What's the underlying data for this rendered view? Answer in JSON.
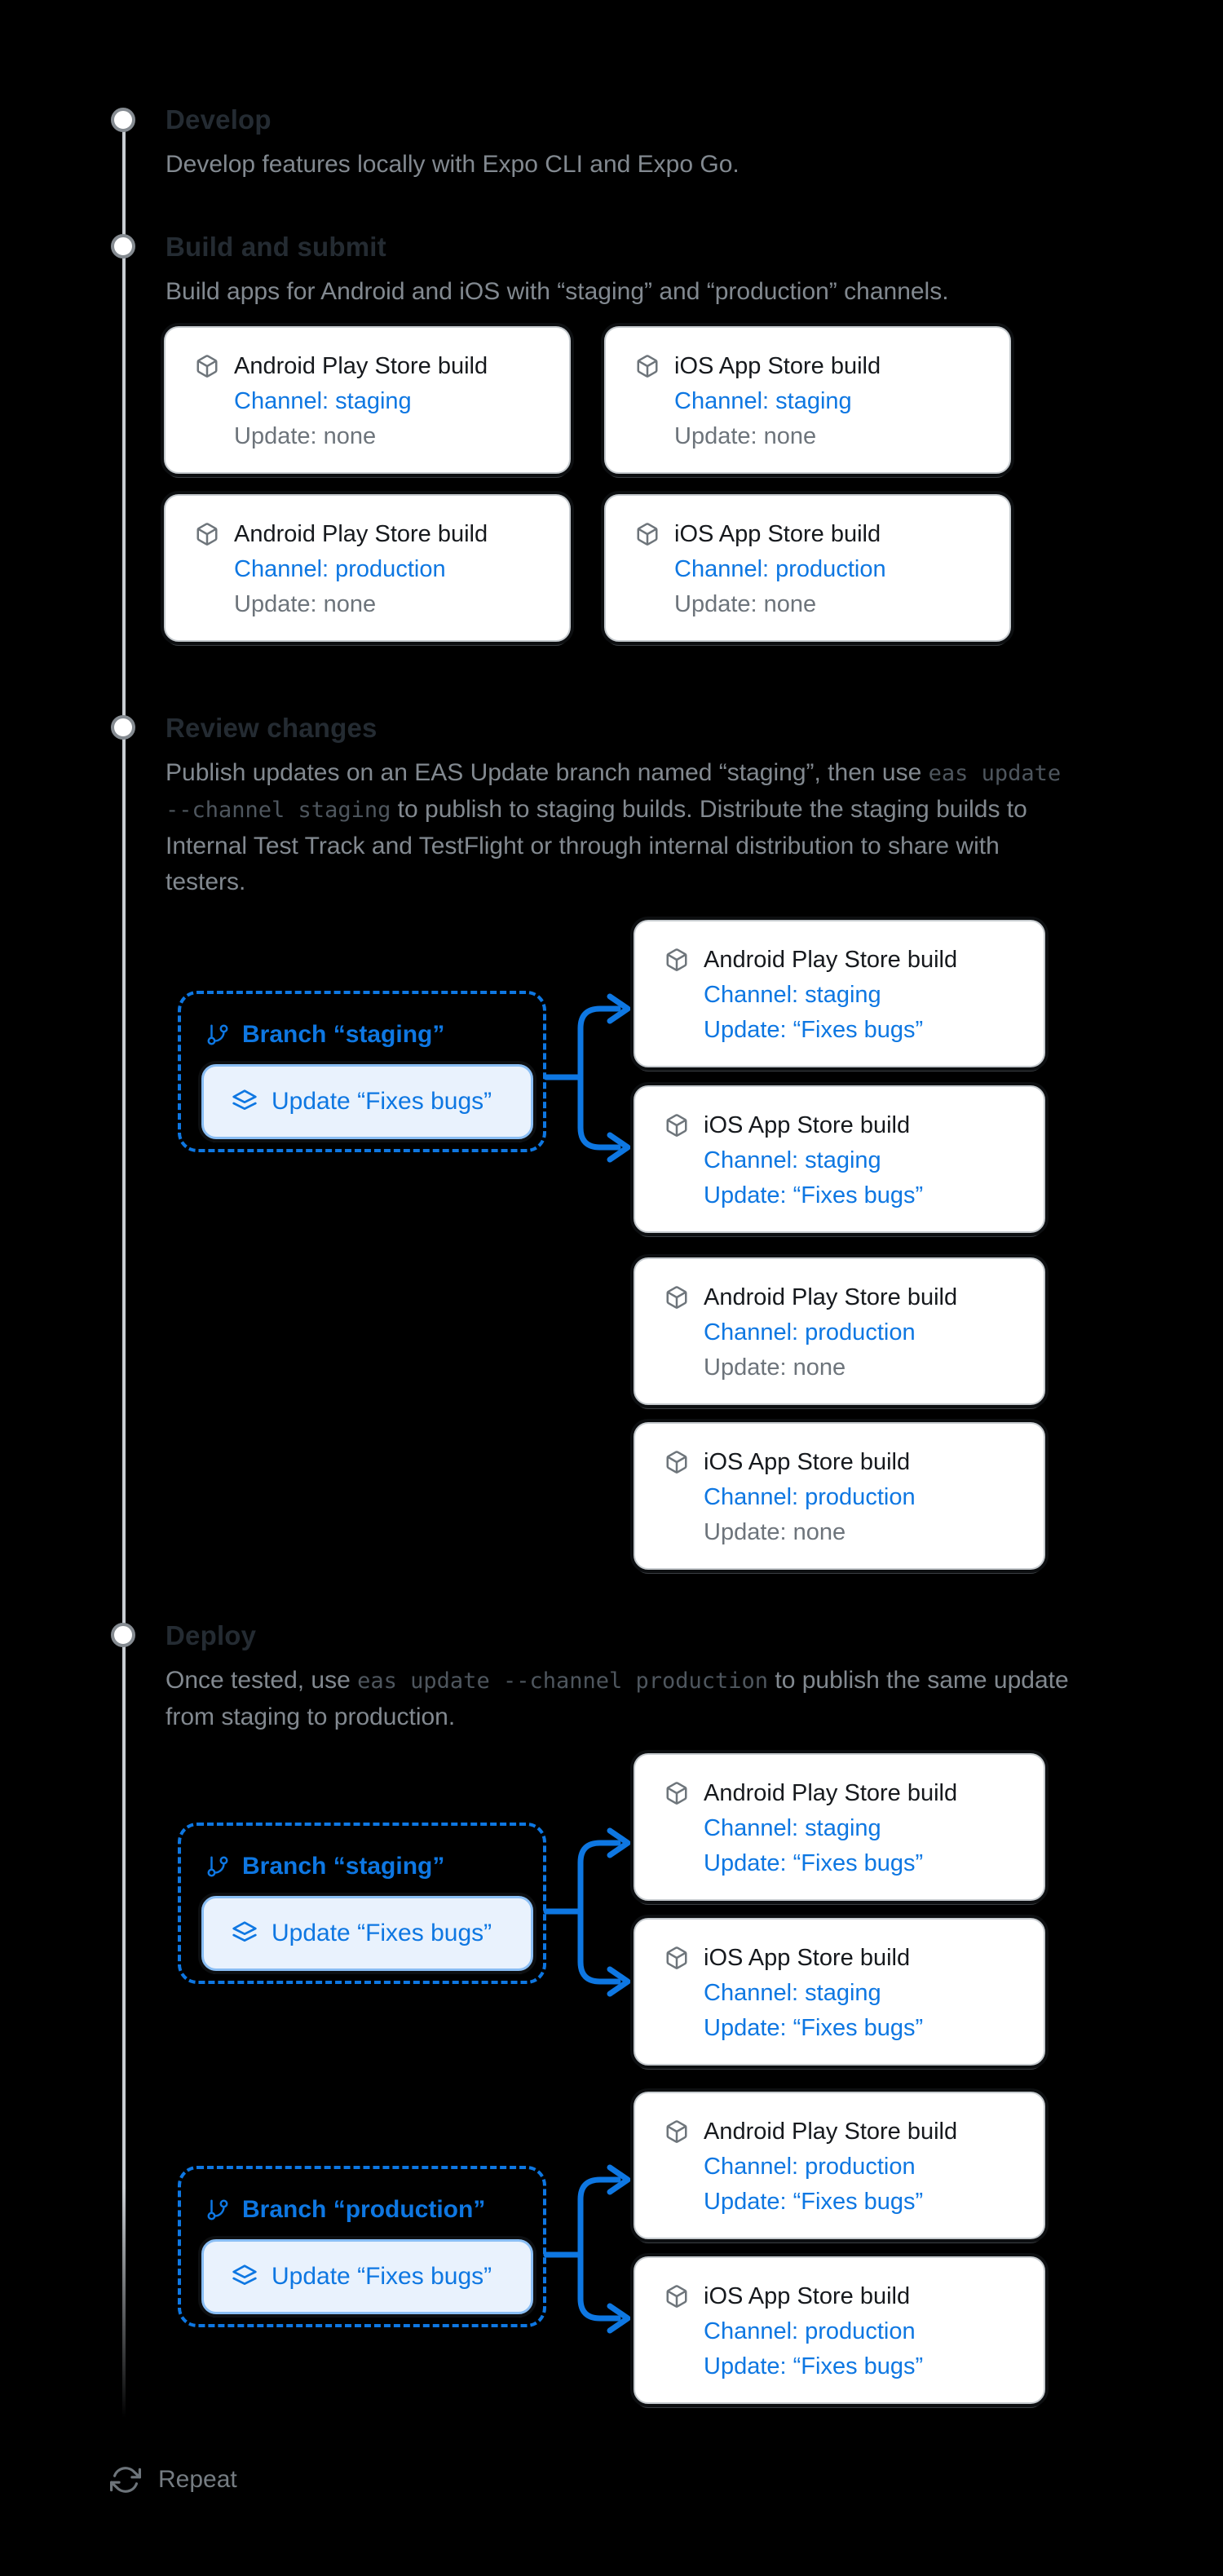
{
  "colors": {
    "page_bg": "#000000",
    "accent_blue": "#0e77e2",
    "card_bg": "#ffffff",
    "heading_text": "#242b32",
    "body_text": "#828990",
    "code_text": "#4e565e",
    "update_none_text": "#6d747b",
    "timeline_line": "#c9ced3"
  },
  "timeline": {
    "steps": [
      {
        "title": "Develop",
        "body": [
          {
            "type": "text",
            "value": "Develop features locally with Expo CLI and Expo Go."
          }
        ]
      },
      {
        "title": "Build and submit",
        "body": [
          {
            "type": "text",
            "value": "Build apps for Android and iOS with “staging” and “production” channels."
          }
        ]
      },
      {
        "title": "Review changes",
        "body": [
          {
            "type": "text",
            "value": "Publish updates on an EAS Update branch named “staging”, then use "
          },
          {
            "type": "code",
            "value": "eas update --channel staging"
          },
          {
            "type": "text",
            "value": " to publish to staging builds. Distribute the staging builds to Internal Test Track and TestFlight or through internal distribution to share with testers."
          }
        ]
      },
      {
        "title": "Deploy",
        "body": [
          {
            "type": "text",
            "value": "Once tested, use "
          },
          {
            "type": "code",
            "value": "eas update --channel production"
          },
          {
            "type": "text",
            "value": " to publish the same update from staging to production."
          }
        ]
      }
    ]
  },
  "icons": {
    "card": "cube-icon",
    "branch": "git-branch-icon",
    "update": "layers-icon",
    "repeat": "refresh-icon"
  },
  "cards": {
    "build": [
      {
        "title": "Android Play Store build",
        "channel": "Channel: staging",
        "update": "Update: none",
        "update_class": "card-update is-none"
      },
      {
        "title": "iOS App Store build",
        "channel": "Channel: staging",
        "update": "Update: none",
        "update_class": "card-update is-none"
      },
      {
        "title": "Android Play Store build",
        "channel": "Channel: production",
        "update": "Update: none",
        "update_class": "card-update is-none"
      },
      {
        "title": "iOS App Store build",
        "channel": "Channel: production",
        "update": "Update: none",
        "update_class": "card-update is-none"
      }
    ],
    "review": [
      {
        "title": "Android Play Store build",
        "channel": "Channel: staging",
        "update": "Update: “Fixes bugs”",
        "update_class": "card-update is-fixes"
      },
      {
        "title": "iOS App Store build",
        "channel": "Channel: staging",
        "update": "Update: “Fixes bugs”",
        "update_class": "card-update is-fixes"
      },
      {
        "title": "Android Play Store build",
        "channel": "Channel: production",
        "update": "Update: none",
        "update_class": "card-update is-none"
      },
      {
        "title": "iOS App Store build",
        "channel": "Channel: production",
        "update": "Update: none",
        "update_class": "card-update is-none"
      }
    ],
    "deploy_staging": [
      {
        "title": "Android Play Store build",
        "channel": "Channel: staging",
        "update": "Update: “Fixes bugs”",
        "update_class": "card-update is-fixes"
      },
      {
        "title": "iOS App Store build",
        "channel": "Channel: staging",
        "update": "Update: “Fixes bugs”",
        "update_class": "card-update is-fixes"
      }
    ],
    "deploy_production": [
      {
        "title": "Android Play Store build",
        "channel": "Channel: production",
        "update": "Update: “Fixes bugs”",
        "update_class": "card-update is-fixes"
      },
      {
        "title": "iOS App Store build",
        "channel": "Channel: production",
        "update": "Update: “Fixes bugs”",
        "update_class": "card-update is-fixes"
      }
    ]
  },
  "branches": {
    "review_staging": {
      "label": "Branch “staging”",
      "button": "Update “Fixes bugs”"
    },
    "deploy_staging": {
      "label": "Branch “staging”",
      "button": "Update “Fixes bugs”"
    },
    "deploy_production": {
      "label": "Branch “production”",
      "button": "Update “Fixes bugs”"
    }
  },
  "footer": {
    "repeat_label": "Repeat"
  }
}
